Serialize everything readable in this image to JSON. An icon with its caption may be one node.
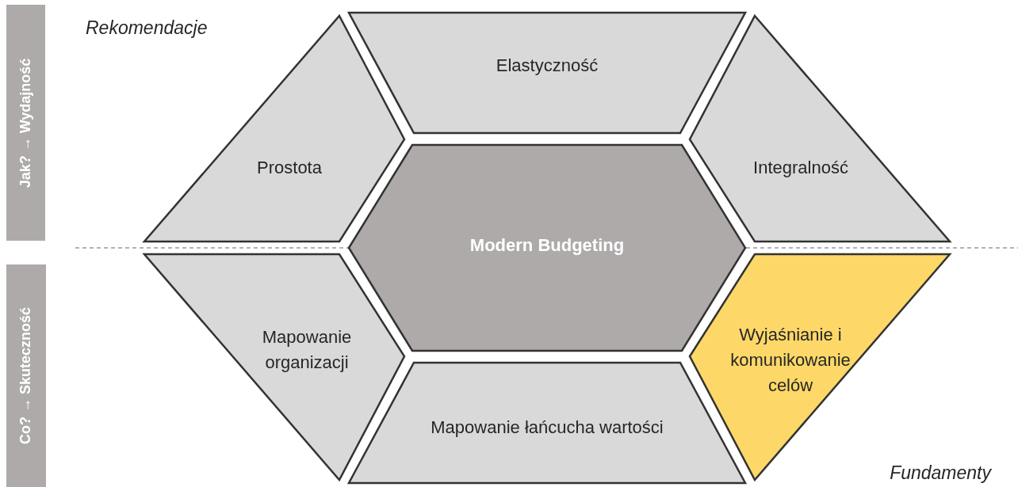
{
  "diagram": {
    "nodes": [
      {
        "text": [
          "Jak? → Wydajność"
        ]
      },
      {
        "text": [
          "Elastyczność"
        ]
      },
      {
        "text": [
          "Prostota"
        ]
      },
      {
        "text": [
          "Integralność"
        ]
      },
      {
        "text": [
          "Modern Budgeting"
        ]
      },
      {
        "text": [
          "Co? → Skuteczność"
        ]
      },
      {
        "text": [
          "Mapowanie organizacji"
        ]
      },
      {
        "text": [
          "Wyjaśnianie i komunikowanie celów"
        ]
      },
      {
        "text": [
          "Mapowanie łańcucha wartości"
        ]
      }
    ],
    "labels": [
      "Rekomendacje",
      "Fundamenty"
    ]
  }
}
